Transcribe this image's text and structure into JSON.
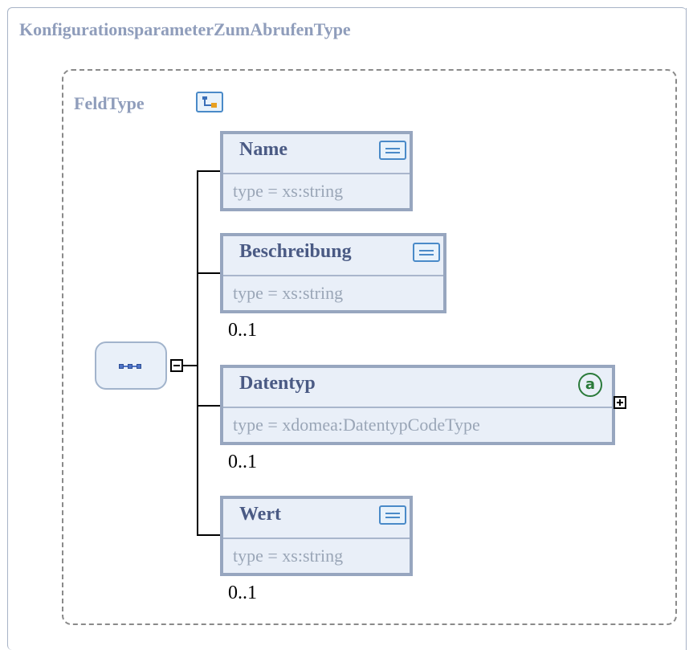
{
  "diagram": {
    "outer_title": "KonfigurationsparameterZumAbrufenType",
    "group_title": "FeldType",
    "group_icon": "complex-type-icon",
    "sequence_icon": "sequence-compositor-icon",
    "elements": [
      {
        "name": "Name",
        "type": "type  =  xs:string",
        "icon": "documentation-icon",
        "occurrence": ""
      },
      {
        "name": "Beschreibung",
        "type": "type  =  xs:string",
        "icon": "documentation-icon",
        "occurrence": "0..1"
      },
      {
        "name": "Datentyp",
        "type": "type  =  xdomea:DatentypCodeType",
        "icon": "attribute-icon",
        "attribute_symbol": "a",
        "occurrence": "0..1",
        "expandable": true
      },
      {
        "name": "Wert",
        "type": "type  =  xs:string",
        "icon": "documentation-icon",
        "occurrence": "0..1"
      }
    ],
    "colors": {
      "title": "#8f9dbb",
      "element_border": "#97a6bf",
      "element_fill": "#e9eff8",
      "element_name": "#4a5a84",
      "type_text": "#9aa6b7",
      "attribute_icon": "#2a7a3a"
    }
  }
}
